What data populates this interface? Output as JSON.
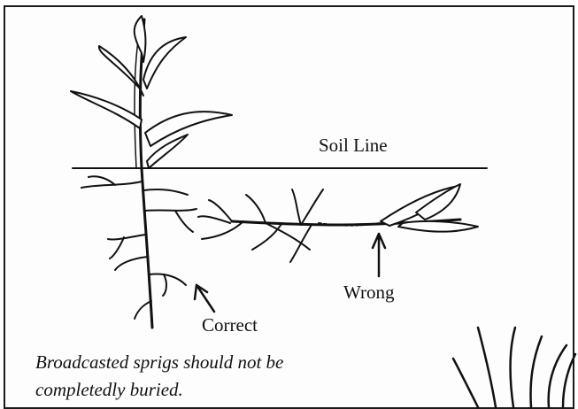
{
  "labels": {
    "soil_line": "Soil Line",
    "wrong": "Wrong",
    "correct": "Correct"
  },
  "caption": {
    "line1": "Broadcasted sprigs should not be",
    "line2": "completedly buried."
  },
  "colors": {
    "ink": "#111111",
    "paper": "#fdfdfd"
  }
}
